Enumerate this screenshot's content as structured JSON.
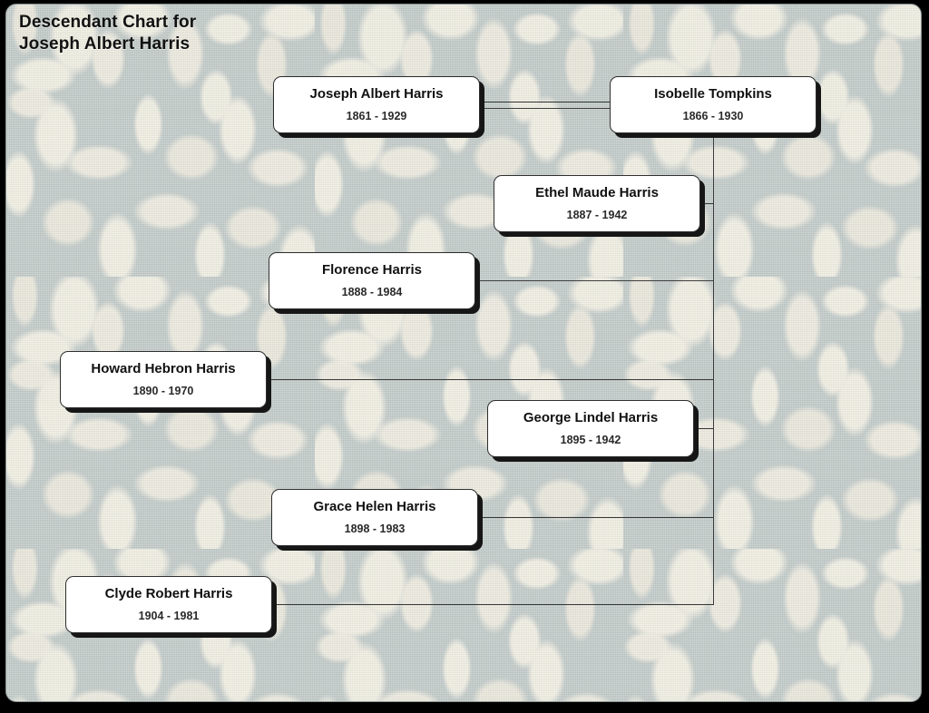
{
  "chart": {
    "title": "Descendant Chart for\nJoseph Albert Harris",
    "title_line1": "Descendant Chart for",
    "title_line2": "Joseph Albert Harris",
    "type": "descendant-genealogy-chart",
    "background_style": "damask-wallpaper",
    "colors": {
      "background_base": "#c3ccca",
      "background_motif": "#f2f0e4",
      "box_fill": "#ffffff",
      "box_border": "#2e2e2e",
      "box_shadow": "#161616",
      "connector_line": "#3a3a3a",
      "text": "#111111",
      "frame_outer": "#000000"
    }
  },
  "people": [
    {
      "id": "joseph-albert-harris",
      "name": "Joseph Albert Harris",
      "dates": "1861 - 1929",
      "birth": 1861,
      "death": 1929,
      "role": "root",
      "generation": 1
    },
    {
      "id": "isobelle-tompkins",
      "name": "Isobelle Tompkins",
      "dates": "1866 - 1930",
      "birth": 1866,
      "death": 1930,
      "role": "spouse",
      "generation": 1
    },
    {
      "id": "ethel-maude-harris",
      "name": "Ethel Maude Harris",
      "dates": "1887 - 1942",
      "birth": 1887,
      "death": 1942,
      "role": "child",
      "generation": 2
    },
    {
      "id": "florence-harris",
      "name": "Florence Harris",
      "dates": "1888 - 1984",
      "birth": 1888,
      "death": 1984,
      "role": "child",
      "generation": 2
    },
    {
      "id": "howard-hebron-harris",
      "name": "Howard Hebron Harris",
      "dates": "1890 - 1970",
      "birth": 1890,
      "death": 1970,
      "role": "child",
      "generation": 2
    },
    {
      "id": "george-lindel-harris",
      "name": "George Lindel Harris",
      "dates": "1895 - 1942",
      "birth": 1895,
      "death": 1942,
      "role": "child",
      "generation": 2
    },
    {
      "id": "grace-helen-harris",
      "name": "Grace Helen Harris",
      "dates": "1898 - 1983",
      "birth": 1898,
      "death": 1983,
      "role": "child",
      "generation": 2
    },
    {
      "id": "clyde-robert-harris",
      "name": "Clyde Robert Harris",
      "dates": "1904 - 1981",
      "birth": 1904,
      "death": 1981,
      "role": "child",
      "generation": 2
    }
  ],
  "relationships": {
    "marriage": {
      "style": "double-line",
      "partners": [
        "Joseph Albert Harris",
        "Isobelle Tompkins"
      ]
    },
    "children_of": "Joseph Albert Harris & Isobelle Tompkins",
    "children_count": 6
  }
}
